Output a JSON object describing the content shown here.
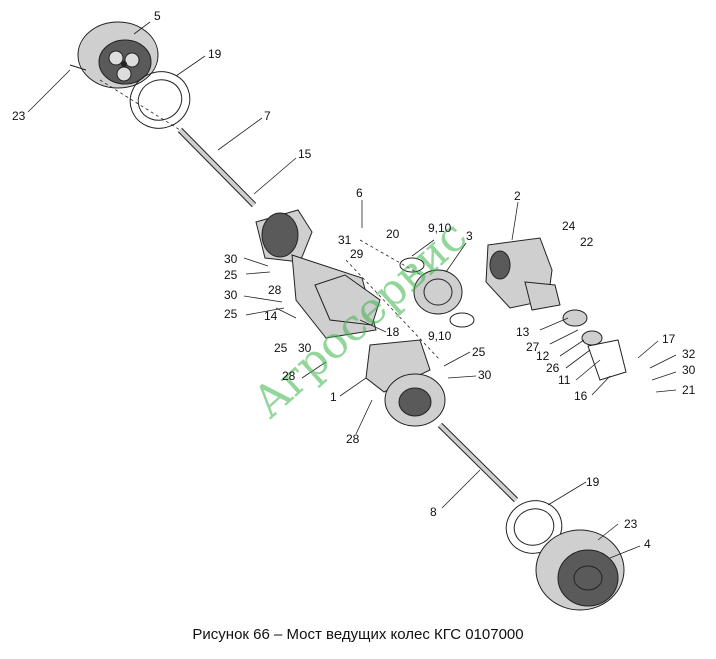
{
  "caption": "Рисунок 66 – Мост ведущих колес КГС 0107000",
  "watermark": "Агросервис",
  "callouts": {
    "c5": "5",
    "c19a": "19",
    "c23a": "23",
    "c7": "7",
    "c15": "15",
    "c6": "6",
    "c2": "2",
    "c910a": "9,10",
    "c3": "3",
    "c20": "20",
    "c31": "31",
    "c29": "29",
    "c24": "24",
    "c22": "22",
    "c30a": "30",
    "c25a": "25",
    "c28a": "28",
    "c30b": "30",
    "c25b": "25",
    "c14": "14",
    "c25c": "25",
    "c30c": "30",
    "c18": "18",
    "c910b": "9,10",
    "c13": "13",
    "c27": "27",
    "c12": "12",
    "c26": "26",
    "c11": "11",
    "c16": "16",
    "c17": "17",
    "c32": "32",
    "c30d": "30",
    "c21": "21",
    "c25d": "25",
    "c30e": "30",
    "c28b": "28",
    "c1": "1",
    "c28c": "28",
    "c8": "8",
    "c19b": "19",
    "c23b": "23",
    "c4": "4"
  }
}
